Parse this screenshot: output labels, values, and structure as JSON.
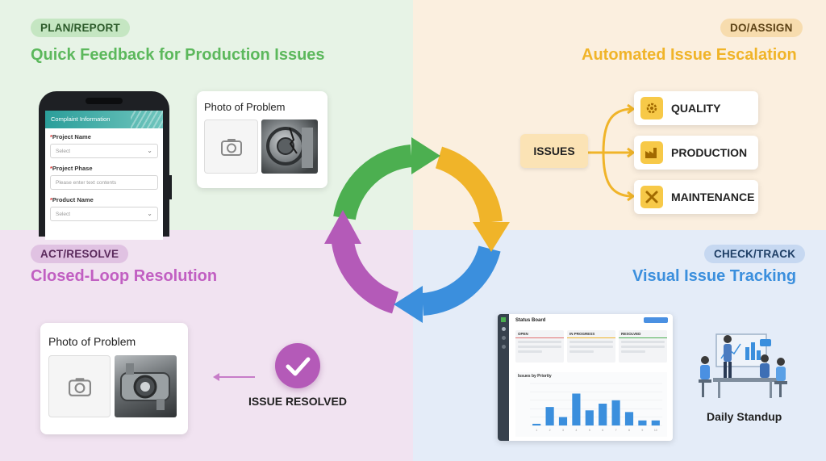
{
  "plan": {
    "pill": "PLAN/REPORT",
    "heading": "Quick Feedback for Production Issues",
    "form": {
      "header": "Complaint Information",
      "fields": [
        {
          "label": "Project Name",
          "value": "Select",
          "type": "select"
        },
        {
          "label": "Project Phase",
          "value": "Please enter text contents",
          "type": "text"
        },
        {
          "label": "Product Name",
          "value": "Select",
          "type": "select"
        }
      ]
    },
    "photo_title": "Photo of Problem"
  },
  "do": {
    "pill": "DO/ASSIGN",
    "heading": "Automated Issue Escalation",
    "source": "ISSUES",
    "targets": [
      {
        "label": "QUALITY",
        "icon": "gear-icon"
      },
      {
        "label": "PRODUCTION",
        "icon": "factory-icon"
      },
      {
        "label": "MAINTENANCE",
        "icon": "tools-icon"
      }
    ]
  },
  "act": {
    "pill": "ACT/RESOLVE",
    "heading": "Closed-Loop Resolution",
    "photo_title": "Photo of Problem",
    "resolved_label": "ISSUE RESOLVED"
  },
  "check": {
    "pill": "CHECK/TRACK",
    "heading": "Visual Issue Tracking",
    "board": {
      "title": "Status Board",
      "columns": [
        "OPEN",
        "IN PROGRESS",
        "RESOLVED"
      ],
      "chart_title": "Issues by Priority"
    },
    "standup_label": "Daily Standup"
  },
  "chart_data": {
    "type": "bar",
    "title": "Issues by Priority",
    "categories": [
      "1",
      "2",
      "3",
      "4",
      "5",
      "6",
      "7",
      "8",
      "9",
      "10"
    ],
    "values": [
      1,
      11,
      5,
      19,
      9,
      13,
      15,
      8,
      3,
      3
    ],
    "ylim": [
      0,
      25
    ]
  },
  "colors": {
    "plan": "#4caf50",
    "do": "#f0b429",
    "check": "#3b8fdd",
    "act": "#b45ab8"
  }
}
